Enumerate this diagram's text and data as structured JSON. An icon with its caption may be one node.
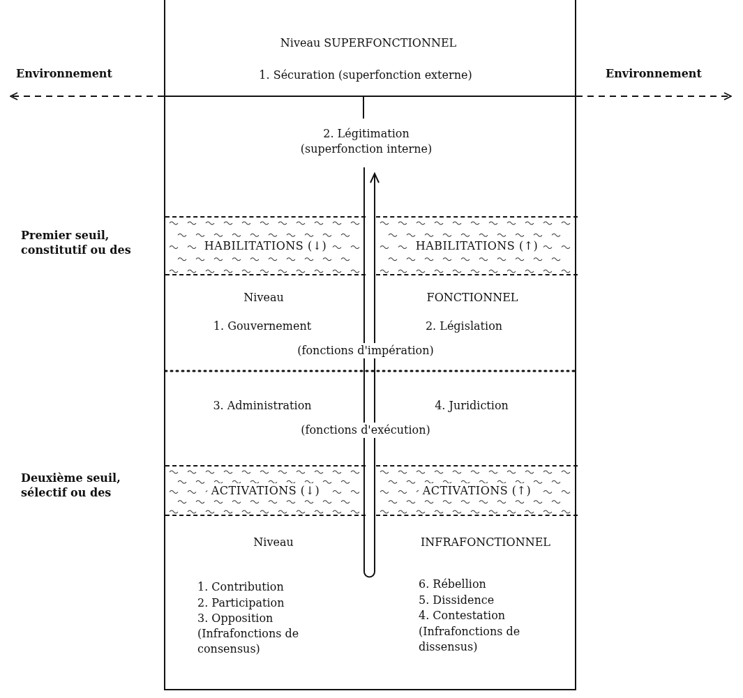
{
  "diagram": {
    "nodes": [
      {
        "text": [
          "Niveau SUPERFONCTIONNEL",
          "1. Sécuration (superfonction externe)",
          "2. Légitimation (superfonction interne)",
          "Niveau",
          "FONCTIONNEL",
          "1. Gouvernement",
          "2. Législation",
          "(fonctions d'impération)",
          "3. Administration",
          "4. Juridiction",
          "(fonctions d'exécution)",
          "Niveau",
          "INFRAFONCTIONNEL",
          "1. Contribution",
          "2. Participation",
          "3. Opposition",
          "(Infrafonctions de consensus)",
          "6. Rébellion",
          "5. Dissidence",
          "4. Contestation",
          "(Infrafonctions de dissensus)"
        ]
      },
      {
        "text": [
          "HABILITATIONS (↓)"
        ],
        "in": 0
      },
      {
        "text": [
          "HABILITATIONS (↑)"
        ],
        "in": 0
      },
      {
        "text": [
          "ACTIVATIONS (↓)"
        ],
        "in": 0
      },
      {
        "text": [
          "ACTIVATIONS (↑)"
        ],
        "in": 0
      },
      {
        "text": [
          "Environnement"
        ]
      },
      {
        "text": [
          "Environnement"
        ]
      }
    ],
    "edges": [
      {
        "from": 0,
        "to": 5,
        "arrow": "to",
        "style": "dashed"
      },
      {
        "from": 0,
        "to": 6,
        "arrow": "to",
        "style": "dashed"
      }
    ],
    "labels": [
      "Premier seuil, constitutif ou des",
      "Deuxième seuil, sélectif ou des"
    ]
  }
}
